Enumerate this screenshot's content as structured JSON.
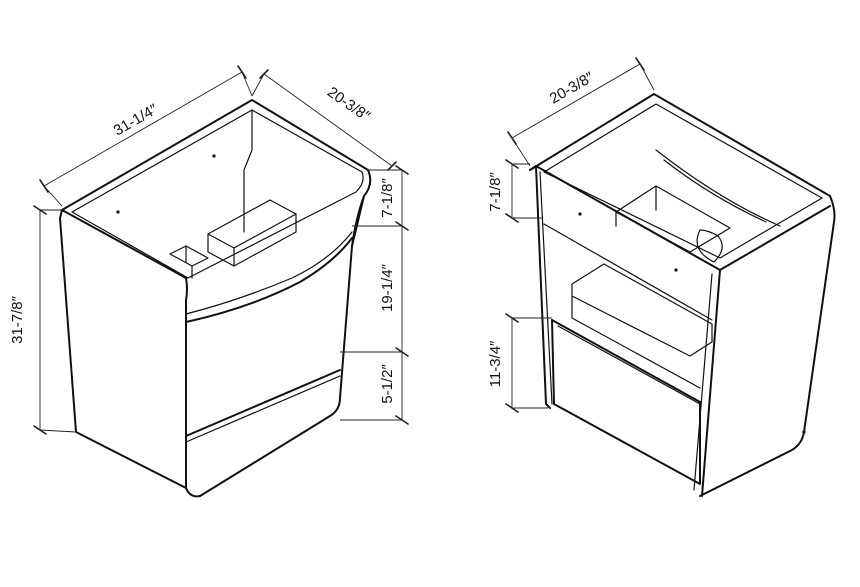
{
  "cabinet_left": {
    "dimensions": {
      "width": "31-1/4″",
      "depth": "20-3/8″",
      "height": "31-7/8″",
      "top_section": "7-1/8″",
      "drawer_front": "19-1/4″",
      "base": "5-1/2″"
    }
  },
  "cabinet_right": {
    "dimensions": {
      "depth": "20-3/8″",
      "top_section": "7-1/8″",
      "drawer": "11-3/4″"
    }
  },
  "colors": {
    "line": "#111111",
    "background": "#ffffff"
  }
}
